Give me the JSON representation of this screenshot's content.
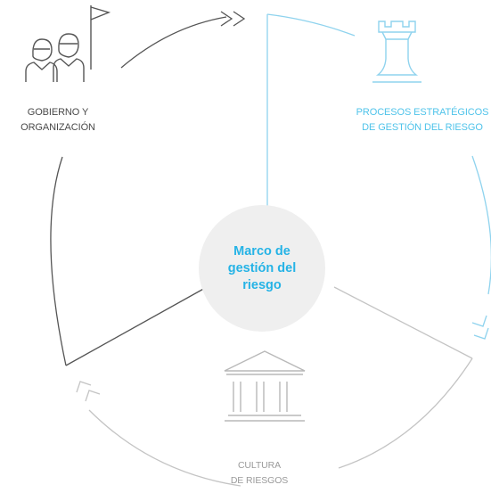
{
  "center": {
    "line1": "Marco de",
    "line2": "gestión del",
    "line3": "riesgo",
    "color": "#25b3e6",
    "fill": "#efefef"
  },
  "nodes": {
    "gobierno": {
      "line1": "GOBIERNO Y",
      "line2": "ORGANIZACIÓN",
      "icon": "people-with-flag-icon",
      "color": "#4a4a4a"
    },
    "procesos": {
      "line1": "PROCESOS ESTRATÉGICOS",
      "line2": "DE GESTIÓN DEL RIESGO",
      "icon": "chess-rook-icon",
      "color": "#4fc3ea"
    },
    "cultura": {
      "line1": "CULTURA",
      "line2": "DE RIESGOS",
      "icon": "bank-building-icon",
      "color": "#9a9a9a"
    }
  }
}
